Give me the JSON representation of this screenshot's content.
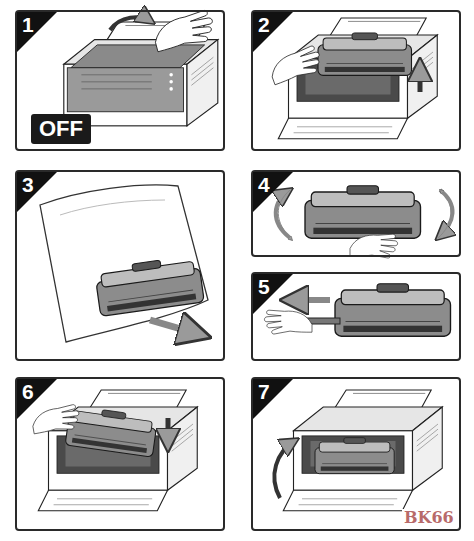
{
  "diagram": {
    "nodes": [
      {
        "text": [
          "1"
        ]
      },
      {
        "text": [
          "OFF"
        ],
        "in": 0
      },
      {
        "text": [
          "2"
        ]
      },
      {
        "text": [
          "3"
        ]
      },
      {
        "text": [
          "4"
        ]
      },
      {
        "text": [
          "5"
        ]
      },
      {
        "text": [
          "6"
        ]
      },
      {
        "text": [
          "7"
        ]
      }
    ],
    "edges": [],
    "labels": [
      "BK66"
    ]
  }
}
